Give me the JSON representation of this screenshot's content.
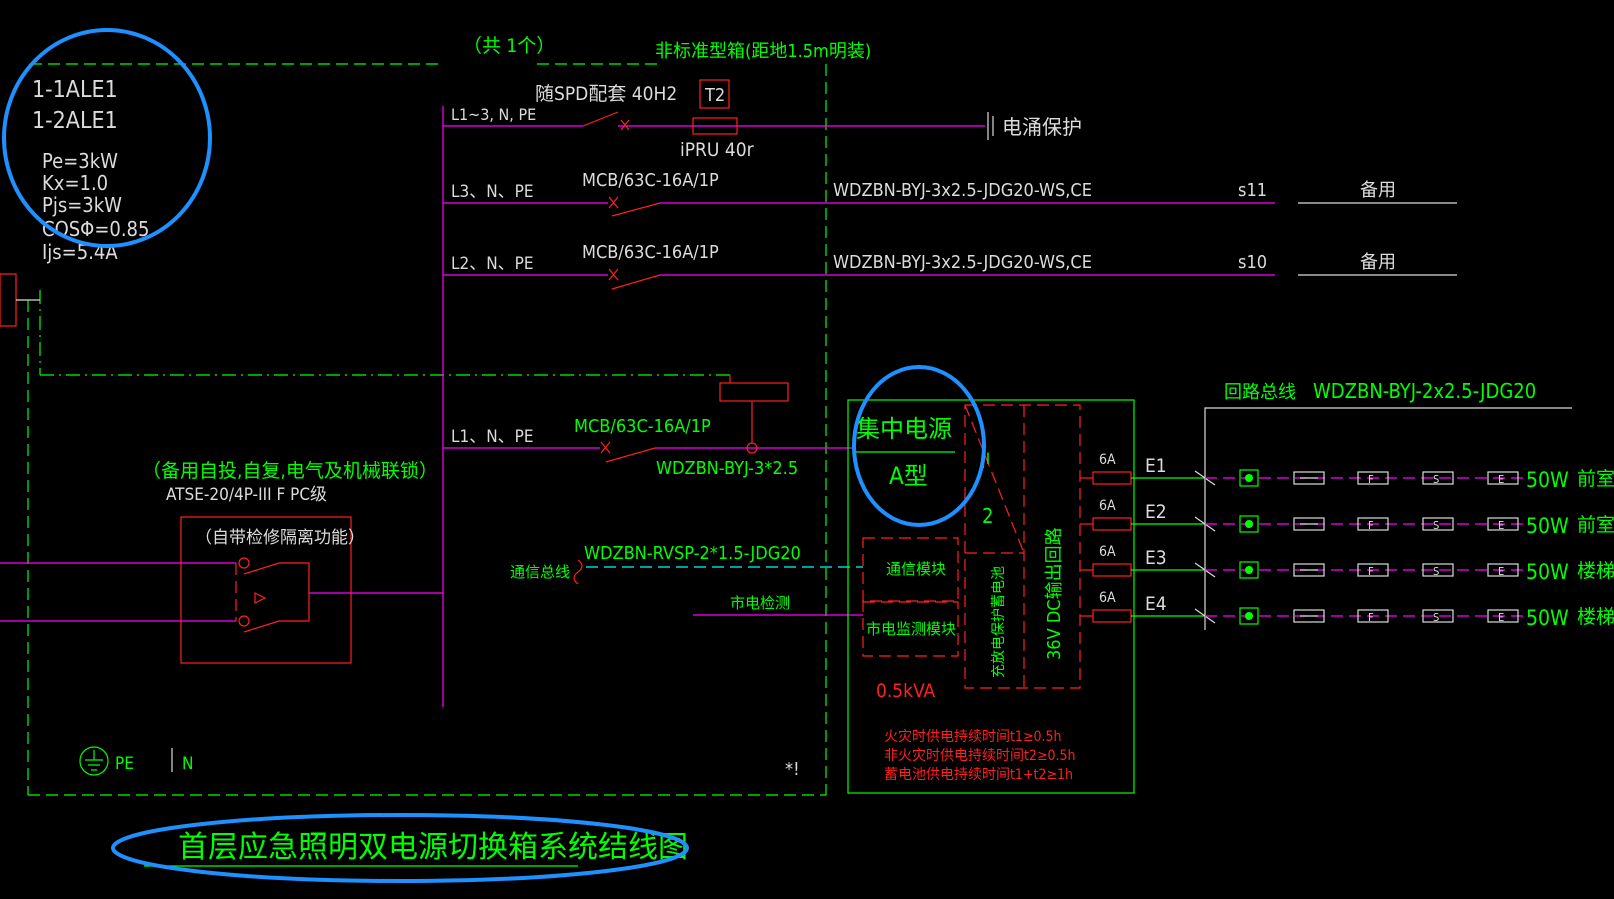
{
  "box_header": {
    "count": "（共   1个）",
    "type": "非标准型箱(距地1.5m明装)"
  },
  "box_labels": {
    "ale1": "1-1ALE1",
    "ale2": "1-2ALE1",
    "pe": "Pe=3kW",
    "kx": "Kx=1.0",
    "pjs": "Pjs=3kW",
    "cos": "COSΦ=0.85",
    "ijs": "Ijs=5.4A"
  },
  "spd": {
    "phase": "L1~3, N, PE",
    "label": "随SPD配套 40H2",
    "tag": "T2",
    "model": "iPRU 40r",
    "protect": "电涌保护"
  },
  "circuits": [
    {
      "phase": "L3、N、PE",
      "breaker": "MCB/63C-16A/1P",
      "cable": "WDZBN-BYJ-3x2.5-JDG20-WS,CE",
      "id": "s11",
      "use": "备用"
    },
    {
      "phase": "L2、N、PE",
      "breaker": "MCB/63C-16A/1P",
      "cable": "WDZBN-BYJ-3x2.5-JDG20-WS,CE",
      "id": "s10",
      "use": "备用"
    },
    {
      "phase": "L1、N、PE",
      "breaker": "MCB/63C-16A/1P",
      "cable": "WDZBN-BYJ-3*2.5"
    }
  ],
  "atse": {
    "note": "（备用自投,自复,电气及机械联锁）",
    "model": "ATSE-20/4P-III F PC级",
    "func": "（自带检修隔离功能）"
  },
  "comm": {
    "label": "通信总线",
    "cable": "WDZBN-RVSP-2*1.5-JDG20",
    "mains": "市电检测"
  },
  "ground": {
    "pe": "PE",
    "n": "N",
    "mark": "*!"
  },
  "power_unit": {
    "title": "集中电源",
    "type": "A型",
    "comm_module": "通信模块",
    "mains_module": "市电监测模块",
    "battery": "充放电保护蓄电池",
    "output": "36V DC输出回路",
    "capacity": "0.5kVA",
    "note1": "火灾时供电持续时间t1≥0.5h",
    "note2": "非火灾时供电持续时间t2≥0.5h",
    "note3": "蓄电池供电持续时间t1+t2≥1h"
  },
  "loop": {
    "label": "回路总线",
    "cable": "WDZBN-BYJ-2x2.5-JDG20"
  },
  "outputs": [
    {
      "fuse": "6A",
      "id": "E1",
      "load": "50W",
      "desc": "前室生产"
    },
    {
      "fuse": "6A",
      "id": "E2",
      "load": "50W",
      "desc": "前室生产"
    },
    {
      "fuse": "6A",
      "id": "E3",
      "load": "50W",
      "desc": "楼梯疏散"
    },
    {
      "fuse": "6A",
      "id": "E4",
      "load": "50W",
      "desc": "楼梯疏散"
    }
  ],
  "fixture_letters": [
    "F",
    "S",
    "E"
  ],
  "drawing_title": "首层应急照明双电源切换箱系统结线图",
  "colors": {
    "bg": "#000000",
    "green": "#00ff00",
    "magenta": "#ff00ff",
    "red": "#ff2020",
    "cyan": "#00ffff",
    "highlight": "#1e90ff"
  }
}
